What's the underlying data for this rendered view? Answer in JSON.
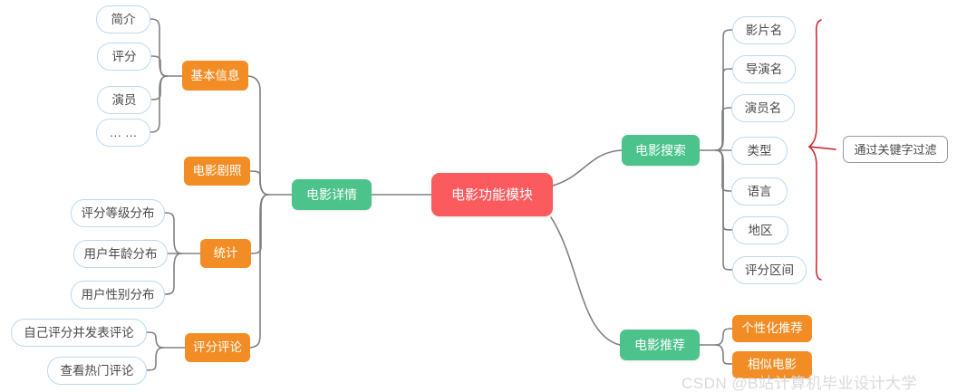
{
  "diagram": {
    "title": "电影功能模块",
    "type": "mindmap",
    "colors": {
      "center": "#fb5a5f",
      "branch_green": "#4cc38a",
      "sub_orange": "#f28d26",
      "leaf_border": "#bcd9f2",
      "connector": "#808080",
      "annotation_brace": "#cc1f28",
      "watermark": "#d9d9d9"
    },
    "center_node": {
      "label": "电影功能模块"
    },
    "branches": [
      {
        "label": "电影详情",
        "side": "left",
        "children": [
          {
            "label": "基本信息",
            "leaves": [
              "简介",
              "评分",
              "演员",
              "… …"
            ]
          },
          {
            "label": "电影剧照",
            "leaves": []
          },
          {
            "label": "统计",
            "leaves": [
              "评分等级分布",
              "用户年龄分布",
              "用户性别分布"
            ]
          },
          {
            "label": "评分评论",
            "leaves": [
              "自己评分并发表评论",
              "查看热门评论"
            ]
          }
        ]
      },
      {
        "label": "电影搜索",
        "side": "right",
        "children": [],
        "leaves": [
          "影片名",
          "导演名",
          "演员名",
          "类型",
          "语言",
          "地区",
          "评分区间"
        ],
        "annotation": "通过关键字过滤"
      },
      {
        "label": "电影推荐",
        "side": "right",
        "children": [
          {
            "label": "个性化推荐",
            "leaves": []
          },
          {
            "label": "相似电影",
            "leaves": []
          }
        ]
      }
    ],
    "annotation": {
      "label": "通过关键字过滤"
    },
    "watermark": {
      "text": "CSDN @B站计算机毕业设计大学"
    }
  },
  "nodes": {
    "center": "电影功能模块",
    "detail": "电影详情",
    "search": "电影搜索",
    "recommend": "电影推荐",
    "basic_info": "基本信息",
    "stills": "电影剧照",
    "stats": "统计",
    "rating_comment": "评分评论",
    "personalized": "个性化推荐",
    "similar": "相似电影",
    "leaf_intro": "简介",
    "leaf_rating": "评分",
    "leaf_actor": "演员",
    "leaf_more": "… …",
    "leaf_rating_level": "评分等级分布",
    "leaf_user_age": "用户年龄分布",
    "leaf_user_gender": "用户性别分布",
    "leaf_self_rate": "自己评分并发表评论",
    "leaf_hot_comment": "查看热门评论",
    "leaf_film_name": "影片名",
    "leaf_director": "导演名",
    "leaf_actor_name": "演员名",
    "leaf_genre": "类型",
    "leaf_language": "语言",
    "leaf_region": "地区",
    "leaf_score_range": "评分区间",
    "annotation": "通过关键字过滤",
    "watermark": "CSDN @B站计算机毕业设计大学"
  }
}
